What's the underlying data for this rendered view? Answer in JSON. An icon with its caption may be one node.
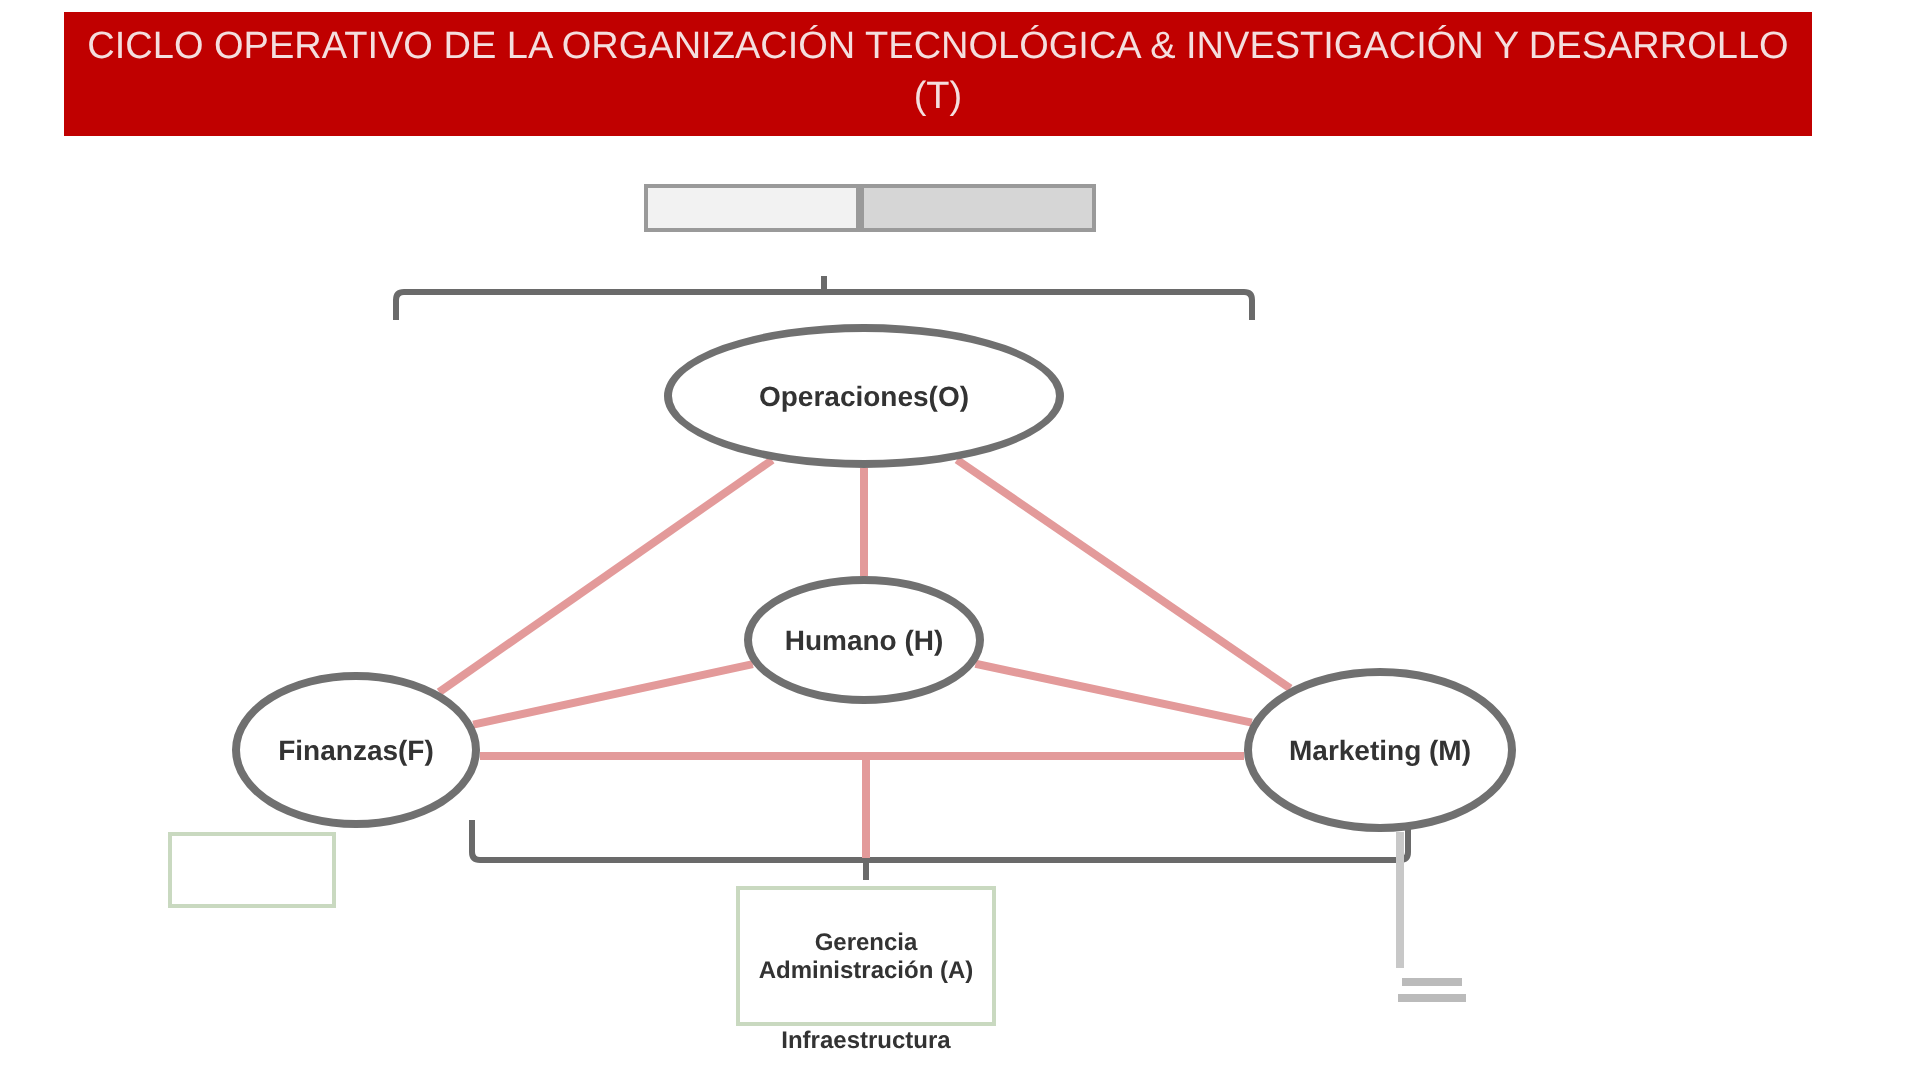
{
  "diagram": {
    "title": "CICLO OPERATIVO DE LA ORGANIZACIÓN TECNOLÓGICA & INVESTIGACIÓN Y DESARROLLO (T)",
    "nodes": [
      {
        "text": [],
        "shape": "box"
      },
      {
        "text": [],
        "shape": "box"
      },
      {
        "text": [
          "Operaciones(O)"
        ]
      },
      {
        "text": [
          "Humano (H)"
        ]
      },
      {
        "text": [
          "Finanzas(F)"
        ]
      },
      {
        "text": [
          "Marketing (M)"
        ]
      },
      {
        "text": [
          "Gerencia Administración (A)",
          "Infraestructura"
        ]
      },
      {
        "text": [],
        "shape": "box"
      },
      {
        "text": [],
        "shape": "bar"
      }
    ],
    "edges": [
      {
        "from": 2,
        "to": 3,
        "arrow": "none"
      },
      {
        "from": 2,
        "to": 4,
        "arrow": "none"
      },
      {
        "from": 2,
        "to": 5,
        "arrow": "none"
      },
      {
        "from": 3,
        "to": 4,
        "arrow": "none"
      },
      {
        "from": 3,
        "to": 5,
        "arrow": "none"
      },
      {
        "from": 4,
        "to": 5,
        "arrow": "none"
      },
      {
        "from": 5,
        "to": 8,
        "arrow": "none",
        "color": "#c8c8c8"
      }
    ]
  }
}
